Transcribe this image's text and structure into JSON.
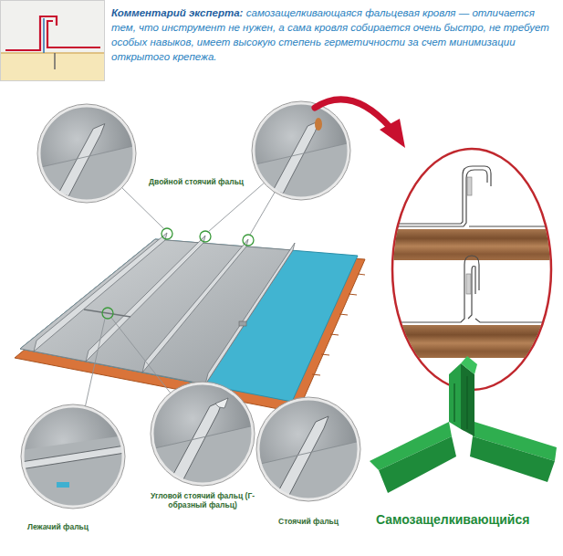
{
  "diagram": {
    "labels": [
      "Комментарий эксперта:",
      "самозащелкивающаяся фальцевая кровля — отличается тем, что инструмент не нужен, а сама кровля собирается очень быстро, не требует особых навыков, имеет высокую степень герметичности за счет минимизации открытого крепежа.",
      "Двойной стоячий фальц",
      "Лежачий фальц",
      "Угловой стоячий фальц (Г-образный фальц)",
      "Стоячий фальц",
      "Самозащелкивающийся"
    ]
  }
}
